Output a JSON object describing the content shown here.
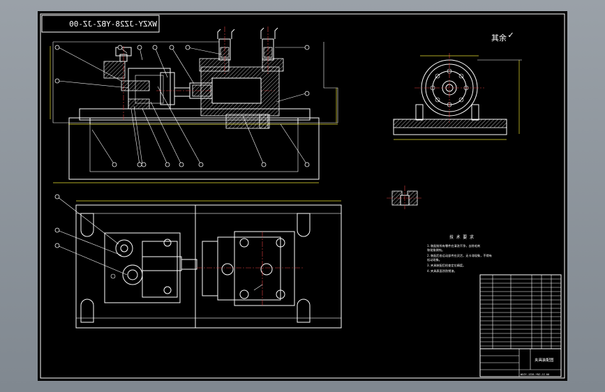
{
  "drawing": {
    "number_mirrored": "WXZY-JZ28-YBZ-JZ-00",
    "roughness_note": "其余",
    "roughness_symbol": "✓",
    "tech_req_title": "技 术 要 求",
    "tech_req_lines": [
      "1.装配前所有零件应清洗干净，去除毛刺",
      "  和锐角倒钝。",
      "2.装配后各运动部件应灵活，无卡滞现象，不得有",
      "  松动现象。",
      "3.夹具装配后检查定位精度。",
      "4.夹具表面涂防锈漆。"
    ],
    "title_block_name": "夹具装配图",
    "title_block_code": "WXZY-JZ28-YBZ-JZ-00"
  },
  "colors": {
    "background": "#000000",
    "lines": "#ffffff",
    "centerline": "#e04040",
    "dimension": "#e8e030",
    "section": "#40d060"
  }
}
